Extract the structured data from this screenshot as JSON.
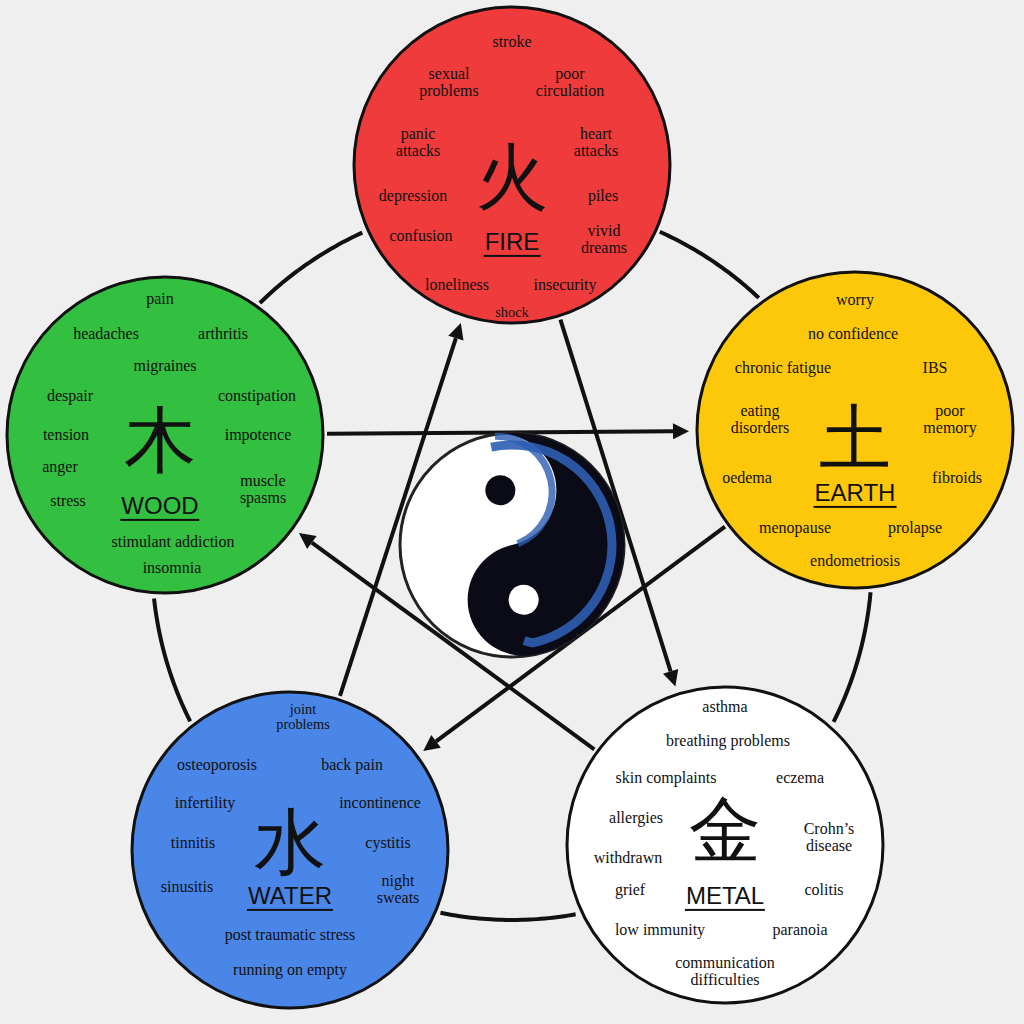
{
  "diagram": {
    "nodes": [
      {
        "text": [
          "火",
          "FIRE",
          "stroke",
          "sexual problems",
          "poor circulation",
          "panic attacks",
          "heart attacks",
          "depression",
          "piles",
          "confusion",
          "vivid dreams",
          "loneliness",
          "insecurity",
          "shock"
        ]
      },
      {
        "text": [
          "木",
          "WOOD",
          "pain",
          "headaches",
          "arthritis",
          "migraines",
          "despair",
          "constipation",
          "tension",
          "impotence",
          "anger",
          "muscle spasms",
          "stress",
          "stimulant addiction",
          "insomnia"
        ]
      },
      {
        "text": [
          "土",
          "EARTH",
          "worry",
          "no confidence",
          "chronic fatigue",
          "IBS",
          "eating disorders",
          "poor memory",
          "oedema",
          "fibroids",
          "menopause",
          "prolapse",
          "endometriosis"
        ]
      },
      {
        "text": [
          "水",
          "WATER",
          "joint problems",
          "osteoporosis",
          "back pain",
          "infertility",
          "incontinence",
          "tinnitis",
          "cystitis",
          "sinusitis",
          "night sweats",
          "post traumatic stress",
          "running on empty"
        ]
      },
      {
        "text": [
          "金",
          "METAL",
          "asthma",
          "breathing problems",
          "skin complaints",
          "eczema",
          "allergies",
          "Crohn’s disease",
          "withdrawn",
          "grief",
          "colitis",
          "low immunity",
          "paranoia",
          "communication difficulties"
        ]
      }
    ],
    "edges": [
      {
        "from": 1,
        "to": 2,
        "arrow": "to"
      },
      {
        "from": 2,
        "to": 3,
        "arrow": "to"
      },
      {
        "from": 3,
        "to": 0,
        "arrow": "to"
      },
      {
        "from": 0,
        "to": 4,
        "arrow": "to"
      },
      {
        "from": 4,
        "to": 1,
        "arrow": "to"
      },
      {
        "from": 0,
        "to": 2,
        "arrow": "none"
      },
      {
        "from": 2,
        "to": 4,
        "arrow": "none"
      },
      {
        "from": 4,
        "to": 3,
        "arrow": "none"
      },
      {
        "from": 3,
        "to": 1,
        "arrow": "none"
      },
      {
        "from": 1,
        "to": 0,
        "arrow": "none"
      }
    ]
  }
}
